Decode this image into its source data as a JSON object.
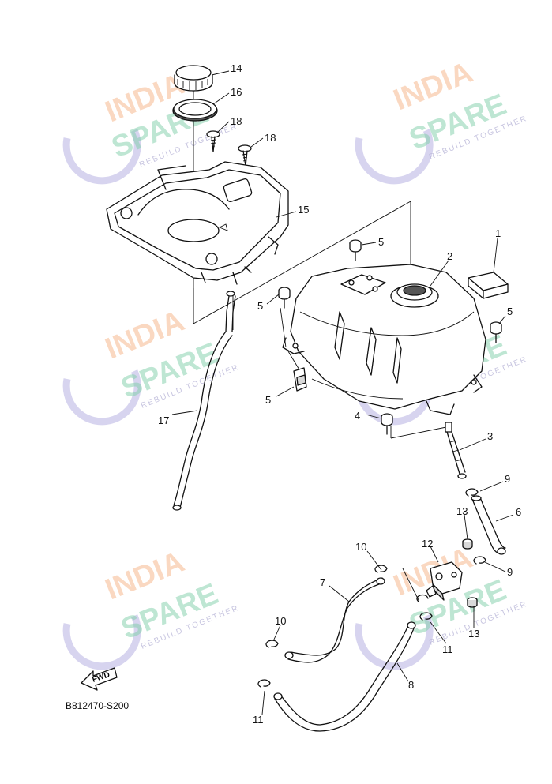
{
  "diagram": {
    "reference_code": "B812470-S200",
    "fwd_label": "FWD",
    "callouts": [
      {
        "id": "c14",
        "label": "14"
      },
      {
        "id": "c16",
        "label": "16"
      },
      {
        "id": "c18a",
        "label": "18"
      },
      {
        "id": "c18b",
        "label": "18"
      },
      {
        "id": "c15",
        "label": "15"
      },
      {
        "id": "c1",
        "label": "1"
      },
      {
        "id": "c2",
        "label": "2"
      },
      {
        "id": "c5a",
        "label": "5"
      },
      {
        "id": "c5b",
        "label": "5"
      },
      {
        "id": "c5c",
        "label": "5"
      },
      {
        "id": "c5d",
        "label": "5"
      },
      {
        "id": "c4",
        "label": "4"
      },
      {
        "id": "c17",
        "label": "17"
      },
      {
        "id": "c3",
        "label": "3"
      },
      {
        "id": "c9a",
        "label": "9"
      },
      {
        "id": "c6",
        "label": "6"
      },
      {
        "id": "c13a",
        "label": "13"
      },
      {
        "id": "c12",
        "label": "12"
      },
      {
        "id": "c10a",
        "label": "10"
      },
      {
        "id": "c9b",
        "label": "9"
      },
      {
        "id": "c7",
        "label": "7"
      },
      {
        "id": "c13b",
        "label": "13"
      },
      {
        "id": "c10b",
        "label": "10"
      },
      {
        "id": "c11a",
        "label": "11"
      },
      {
        "id": "c8",
        "label": "8"
      },
      {
        "id": "c11b",
        "label": "11"
      }
    ]
  },
  "watermark": {
    "line1": "INDIA",
    "line2": "SPARE",
    "tagline": "REBUILD TOGETHER",
    "colors": {
      "top": "#f6b98f",
      "mid": "#7fcfa8",
      "icon": "#c9c6ea"
    }
  }
}
